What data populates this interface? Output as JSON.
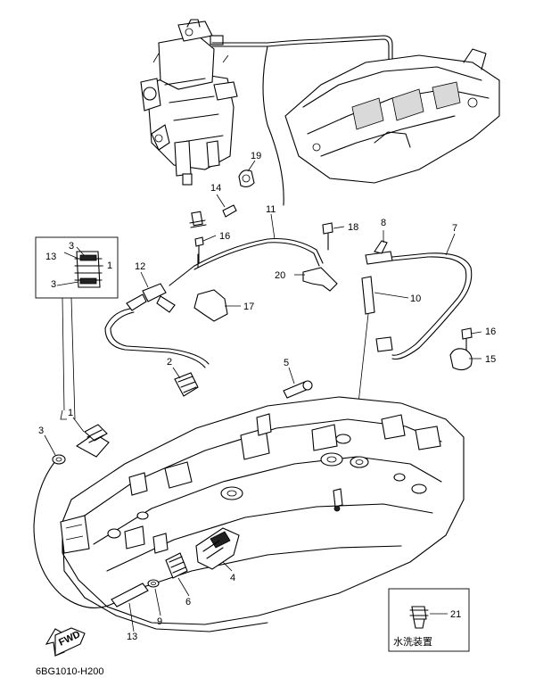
{
  "diagram_code": "6BG1010-H200",
  "fwd_label": "FWD",
  "inset_caption": "水洗装置",
  "callouts": [
    "1",
    "2",
    "3",
    "4",
    "5",
    "6",
    "7",
    "8",
    "9",
    "10",
    "11",
    "12",
    "13",
    "14",
    "15",
    "16",
    "17",
    "18",
    "19",
    "20",
    "21"
  ],
  "detail_callouts": [
    "3",
    "13",
    "1",
    "3"
  ],
  "repeat_callouts": {
    "n1b": "1",
    "n3b": "3",
    "n16b": "16",
    "n13b": "13"
  }
}
